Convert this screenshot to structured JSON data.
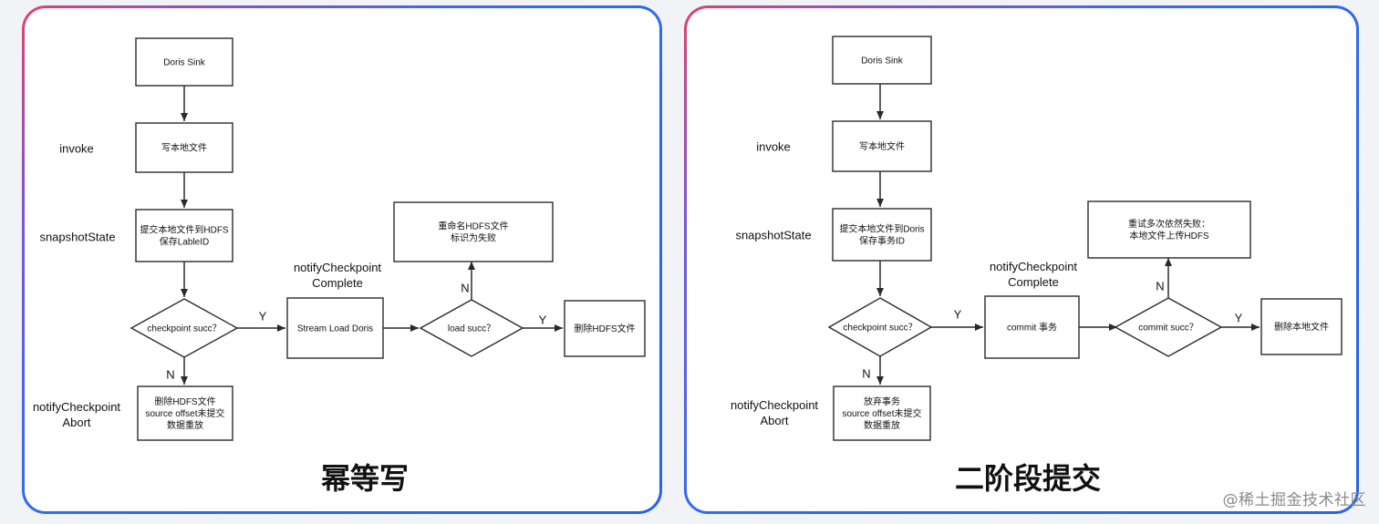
{
  "left": {
    "title": "幂等写",
    "nodes": {
      "doris_sink": [
        "Doris Sink"
      ],
      "write_local": [
        "写本地文件"
      ],
      "submit": [
        "提交本地文件到HDFS",
        "保存LableID"
      ],
      "checkpoint": [
        "checkpoint succ？"
      ],
      "stream_load": [
        "Stream Load Doris"
      ],
      "load_succ": [
        "load succ？"
      ],
      "rename": [
        "重命名HDFS文件",
        "标识为失败"
      ],
      "delete": [
        "删除HDFS文件"
      ],
      "abort_action": [
        "删除HDFS文件",
        "source offset未提交",
        "数据重放"
      ]
    },
    "labels": {
      "invoke": [
        "invoke"
      ],
      "snapshot": [
        "snapshotState"
      ],
      "complete": [
        "notifyCheckpoint",
        "Complete"
      ],
      "abort": [
        "notifyCheckpoint",
        "Abort"
      ]
    },
    "edge_labels": {
      "y1": "Y",
      "y2": "Y",
      "n1": "N",
      "n2": "N"
    }
  },
  "right": {
    "title": "二阶段提交",
    "nodes": {
      "doris_sink": [
        "Doris Sink"
      ],
      "write_local": [
        "写本地文件"
      ],
      "submit": [
        "提交本地文件到Doris",
        "保存事务ID"
      ],
      "checkpoint": [
        "checkpoint succ？"
      ],
      "commit": [
        "commit 事务"
      ],
      "commit_succ": [
        "commit succ？"
      ],
      "retry": [
        "重试多次依然失败：",
        "本地文件上传HDFS"
      ],
      "delete": [
        "删除本地文件"
      ],
      "abort_action": [
        "放弃事务",
        "source offset未提交",
        "数据重放"
      ]
    },
    "labels": {
      "invoke": [
        "invoke"
      ],
      "snapshot": [
        "snapshotState"
      ],
      "complete": [
        "notifyCheckpoint",
        "Complete"
      ],
      "abort": [
        "notifyCheckpoint",
        "Abort"
      ]
    },
    "edge_labels": {
      "y1": "Y",
      "y2": "Y",
      "n1": "N",
      "n2": "N"
    }
  },
  "watermark": "@稀土掘金技术社区"
}
